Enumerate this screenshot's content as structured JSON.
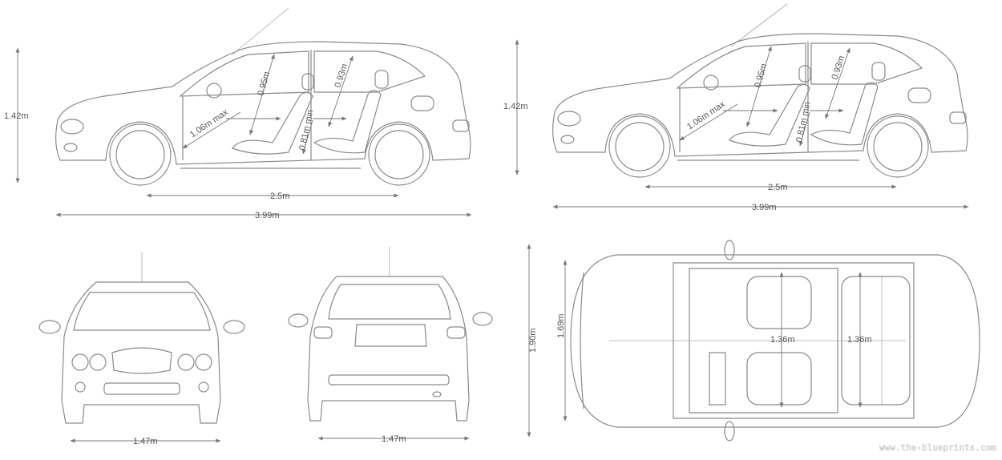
{
  "side_view_left": {
    "height": "1.42m",
    "wheelbase": "2.5m",
    "length": "3.99m",
    "front_headroom": "0.95m",
    "rear_headroom": "0.93m",
    "front_legroom": "1.06m max",
    "rear_legroom": "0.81m min"
  },
  "side_view_right": {
    "height": "1.42m",
    "wheelbase": "2.5m",
    "length": "3.99m",
    "front_headroom": "0.95m",
    "rear_headroom": "0.93m",
    "front_legroom": "1.06m max",
    "rear_legroom": "0.81m min"
  },
  "front_view": {
    "track": "1.47m"
  },
  "rear_view": {
    "track": "1.47m"
  },
  "top_view": {
    "width_with_mirrors": "1.90m",
    "body_width": "1.69m",
    "front_shoulder_width": "1.36m",
    "rear_shoulder_width": "1.36m"
  },
  "watermark": "www.the-blueprints.com"
}
